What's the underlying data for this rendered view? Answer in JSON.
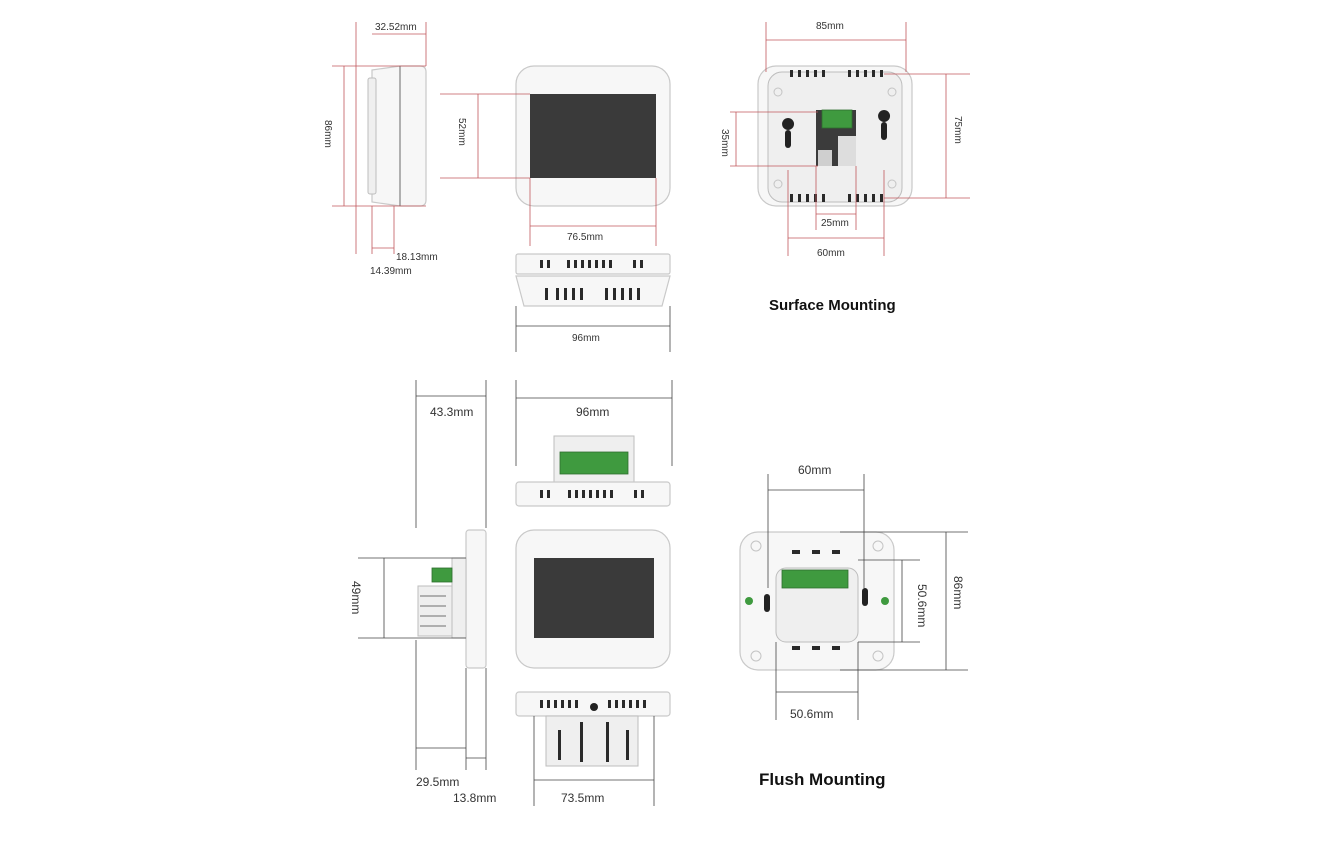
{
  "sections": {
    "surface": {
      "title": "Surface Mounting"
    },
    "flush": {
      "title": "Flush Mounting"
    }
  },
  "surface_dims": {
    "side_depth": "32.52mm",
    "side_height": "86mm",
    "side_base_a": "18.13mm",
    "side_base_b": "14.39mm",
    "front_screen_h": "52mm",
    "front_screen_w": "76.5mm",
    "top_width": "96mm",
    "back_width": "85mm",
    "back_height": "75mm",
    "back_hole_v": "35mm",
    "back_window": "25mm",
    "back_holes_h": "60mm"
  },
  "flush_dims": {
    "side_depth": "43.3mm",
    "top_width": "96mm",
    "side_height": "49mm",
    "side_base_a": "29.5mm",
    "side_base_b": "13.8mm",
    "bottom_width": "73.5mm",
    "back_top_w": "60mm",
    "back_height": "86mm",
    "back_box_h": "50.6mm",
    "back_box_w": "50.6mm"
  }
}
